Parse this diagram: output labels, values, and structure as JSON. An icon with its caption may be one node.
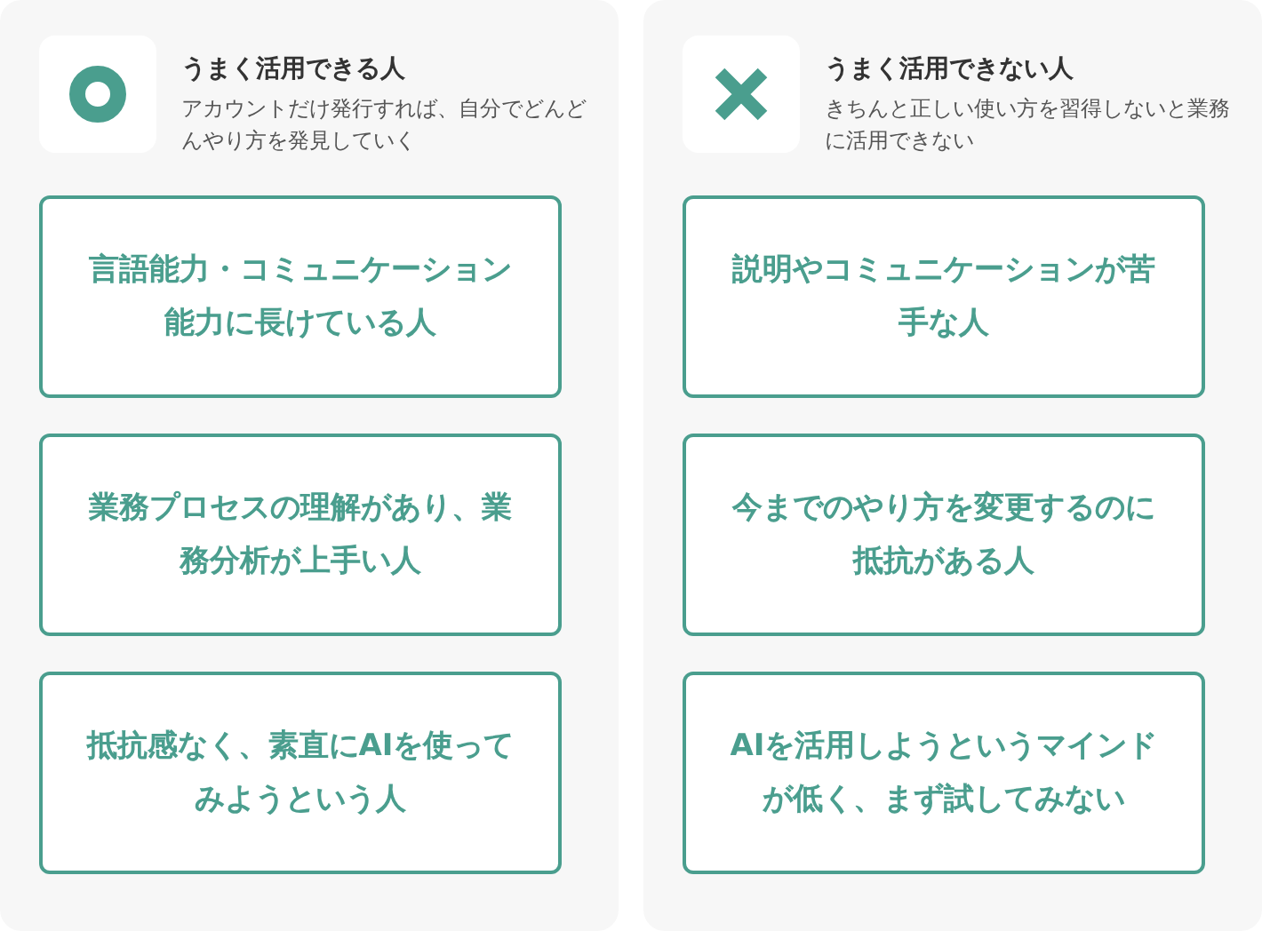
{
  "diagram": {
    "nodes": [
      {
        "text": [
          "うまく活用できる人",
          "アカウントだけ発行すれば、自分でどんどんやり方を発見していく"
        ]
      },
      {
        "text": [
          "言語能力・コミュニケーション能力に長けている人"
        ],
        "in": 0
      },
      {
        "text": [
          "業務プロセスの理解があり、業務分析が上手い人"
        ],
        "in": 0
      },
      {
        "text": [
          "抵抗感なく、素直にAIを使ってみようという人"
        ],
        "in": 0
      },
      {
        "text": [
          "うまく活用できない人",
          "きちんと正しい使い方を習得しないと業務に活用できない"
        ]
      },
      {
        "text": [
          "説明やコミュニケーションが苦手な人"
        ],
        "in": 4
      },
      {
        "text": [
          "今までのやり方を変更するのに抵抗がある人"
        ],
        "in": 4
      },
      {
        "text": [
          "AIを活用しようというマインドが低く、まず試してみない"
        ],
        "in": 4
      }
    ]
  }
}
